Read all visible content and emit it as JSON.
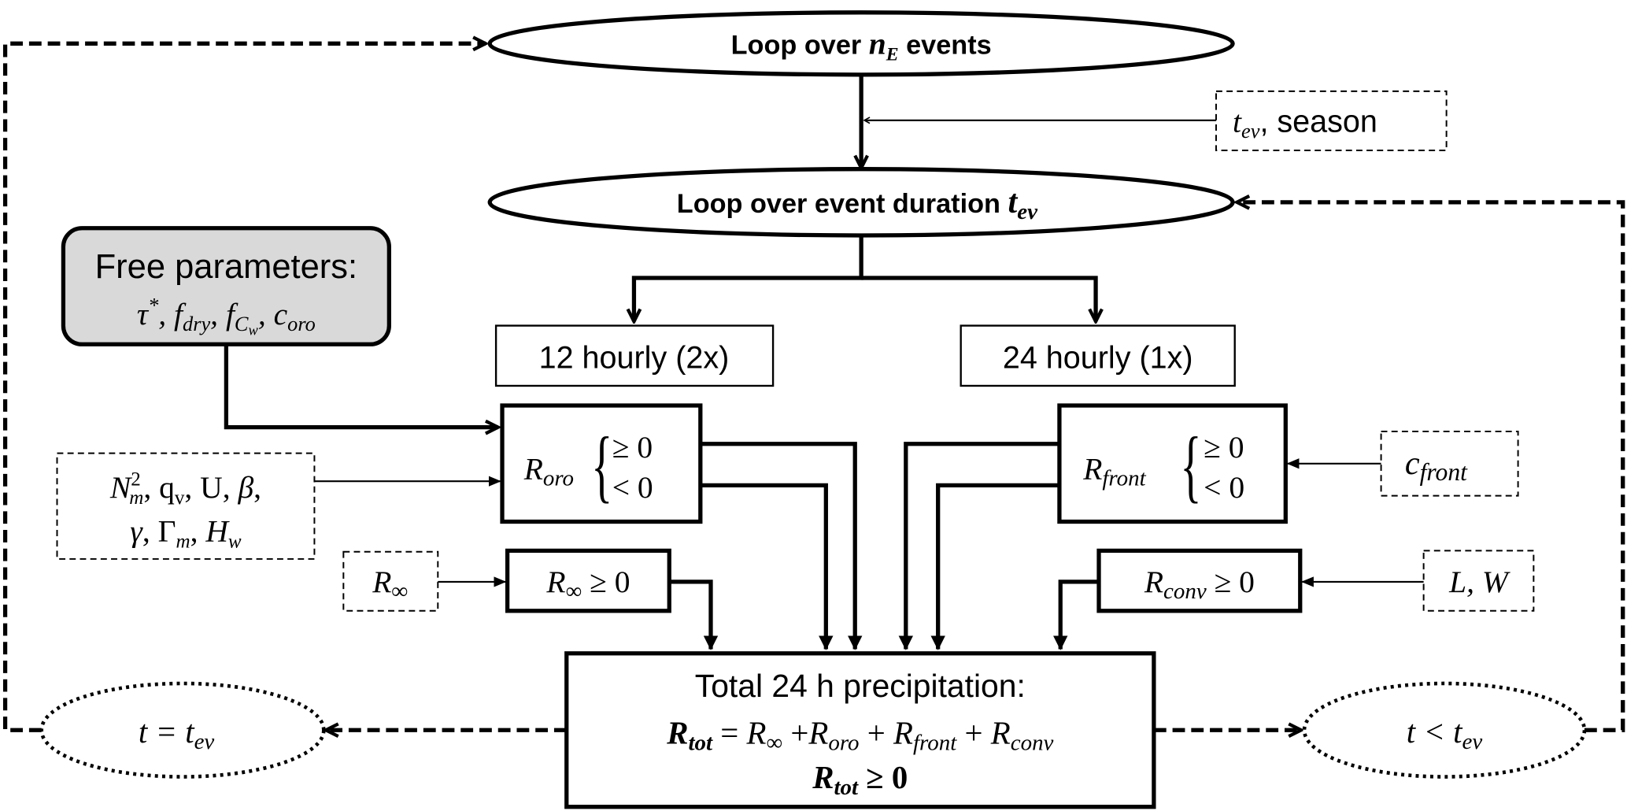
{
  "diagram": {
    "type": "flowchart",
    "nodes": {
      "loop_events": {
        "label": "Loop over ",
        "var": "n",
        "sub": "E",
        "suffix": " events"
      },
      "loop_duration": {
        "label": "Loop over event duration ",
        "var": "t",
        "sub": "ev"
      },
      "tev_season": {
        "var": "t",
        "sub": "ev",
        "suffix": ", season"
      },
      "free_params": {
        "title": "Free parameters:",
        "line2": "τ*, f_dry, f_Cw, c_oro"
      },
      "hourly12": {
        "label": "12 hourly (2x)"
      },
      "hourly24": {
        "label": "24 hourly (1x)"
      },
      "r_oro": {
        "var": "R",
        "sub": "oro",
        "cond1": "≥ 0",
        "cond2": "< 0"
      },
      "r_front": {
        "var": "R",
        "sub": "front",
        "cond1": "≥ 0",
        "cond2": "< 0"
      },
      "c_front": {
        "var": "c",
        "sub": "front"
      },
      "oro_inputs": {
        "line1": "N²m, qv, U, β,",
        "line2": "γ, Γm, Hw"
      },
      "r_inf_input": {
        "var": "R",
        "sub": "∞"
      },
      "r_inf": {
        "var": "R",
        "sub": "∞",
        "cond": " ≥ 0"
      },
      "r_conv": {
        "var": "R",
        "sub": "conv",
        "cond": " ≥ 0"
      },
      "lw": {
        "label": "L, W"
      },
      "total": {
        "title": "Total 24 h precipitation:",
        "equation": "R_tot = R_∞ + R_oro + R_front + R_conv",
        "constraint": "R_tot ≥ 0"
      },
      "t_eq": {
        "label": "t = t_ev"
      },
      "t_lt": {
        "label": "t < t_ev"
      }
    },
    "colors": {
      "free_params_fill": "#d9d9d9",
      "stroke": "#000000",
      "background": "#ffffff"
    }
  }
}
